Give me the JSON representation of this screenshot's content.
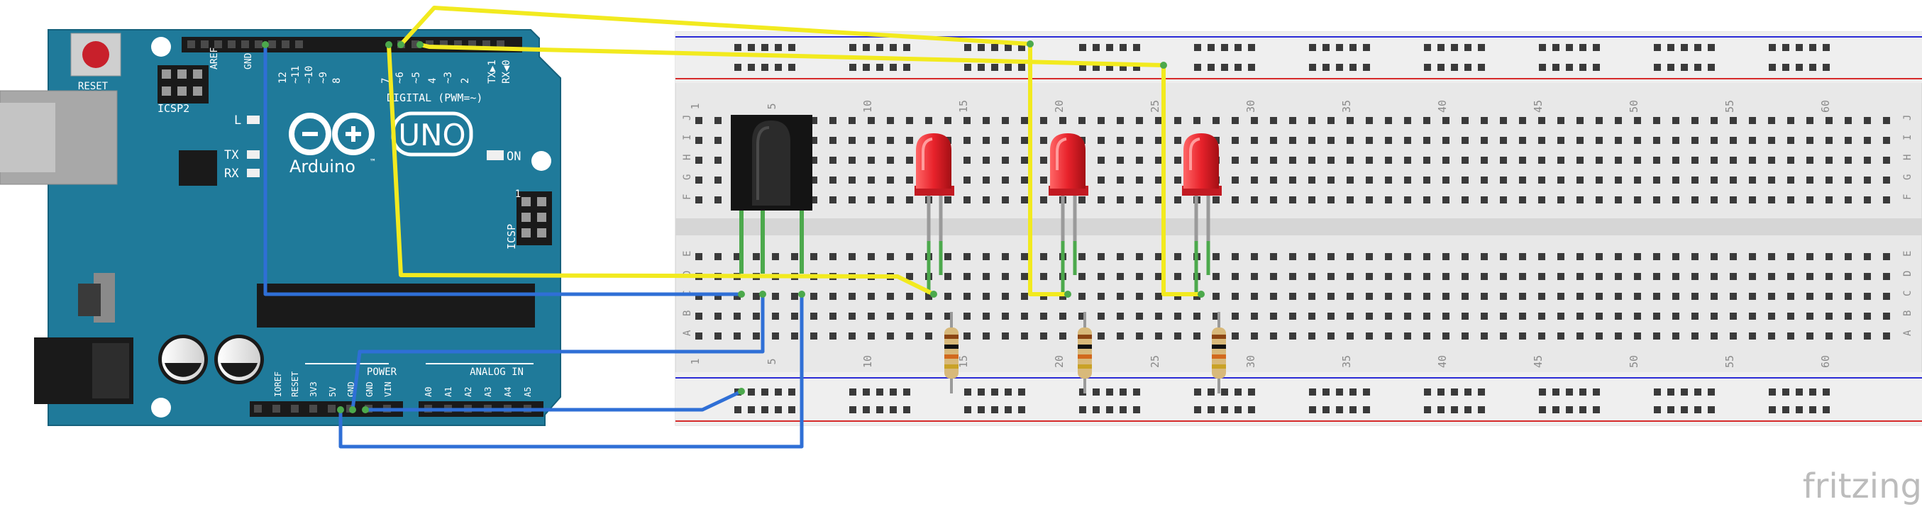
{
  "arduino": {
    "reset_label": "RESET",
    "icsp2_label": "ICSP2",
    "icsp_label": "ICSP",
    "icsp_pin_mark": "1",
    "aref_label": "AREF",
    "gnd_label": "GND",
    "digital_pins": [
      "12",
      "~11",
      "~10",
      "~9",
      "8",
      "7",
      "~6",
      "~5",
      "4",
      "~3",
      "2",
      "TX▶1",
      "RX◀0"
    ],
    "digital_label": "DIGITAL (PWM=~)",
    "l_led_label": "L",
    "tx_label": "TX",
    "rx_label": "RX",
    "brand": "Arduino",
    "tm_mark": "™",
    "model": "UNO",
    "on_label": "ON",
    "power_label": "POWER",
    "power_pins": [
      "IOREF",
      "RESET",
      "3V3",
      "5V",
      "GND",
      "GND",
      "VIN"
    ],
    "analog_label": "ANALOG IN",
    "analog_pins": [
      "A0",
      "A1",
      "A2",
      "A3",
      "A4",
      "A5"
    ]
  },
  "breadboard": {
    "column_numbers": [
      "1",
      "5",
      "10",
      "15",
      "20",
      "25",
      "30",
      "35",
      "40",
      "45",
      "50",
      "55",
      "60"
    ],
    "rows_top": [
      "J",
      "I",
      "H",
      "G",
      "F"
    ],
    "rows_bottom": [
      "E",
      "D",
      "C",
      "B",
      "A"
    ]
  },
  "components": {
    "ir_receiver": {
      "legs": 3
    },
    "leds": {
      "count": 3,
      "color": "#e8222b"
    },
    "resistors": {
      "count": 3,
      "bands": [
        "#8b4513",
        "#111111",
        "#d2691e",
        "#c9a227"
      ]
    }
  },
  "wires": {
    "yellow": "#f2ea1f",
    "blue": "#2f6fd6",
    "green_lead": "#4ca94c"
  },
  "watermark": "fritzing"
}
